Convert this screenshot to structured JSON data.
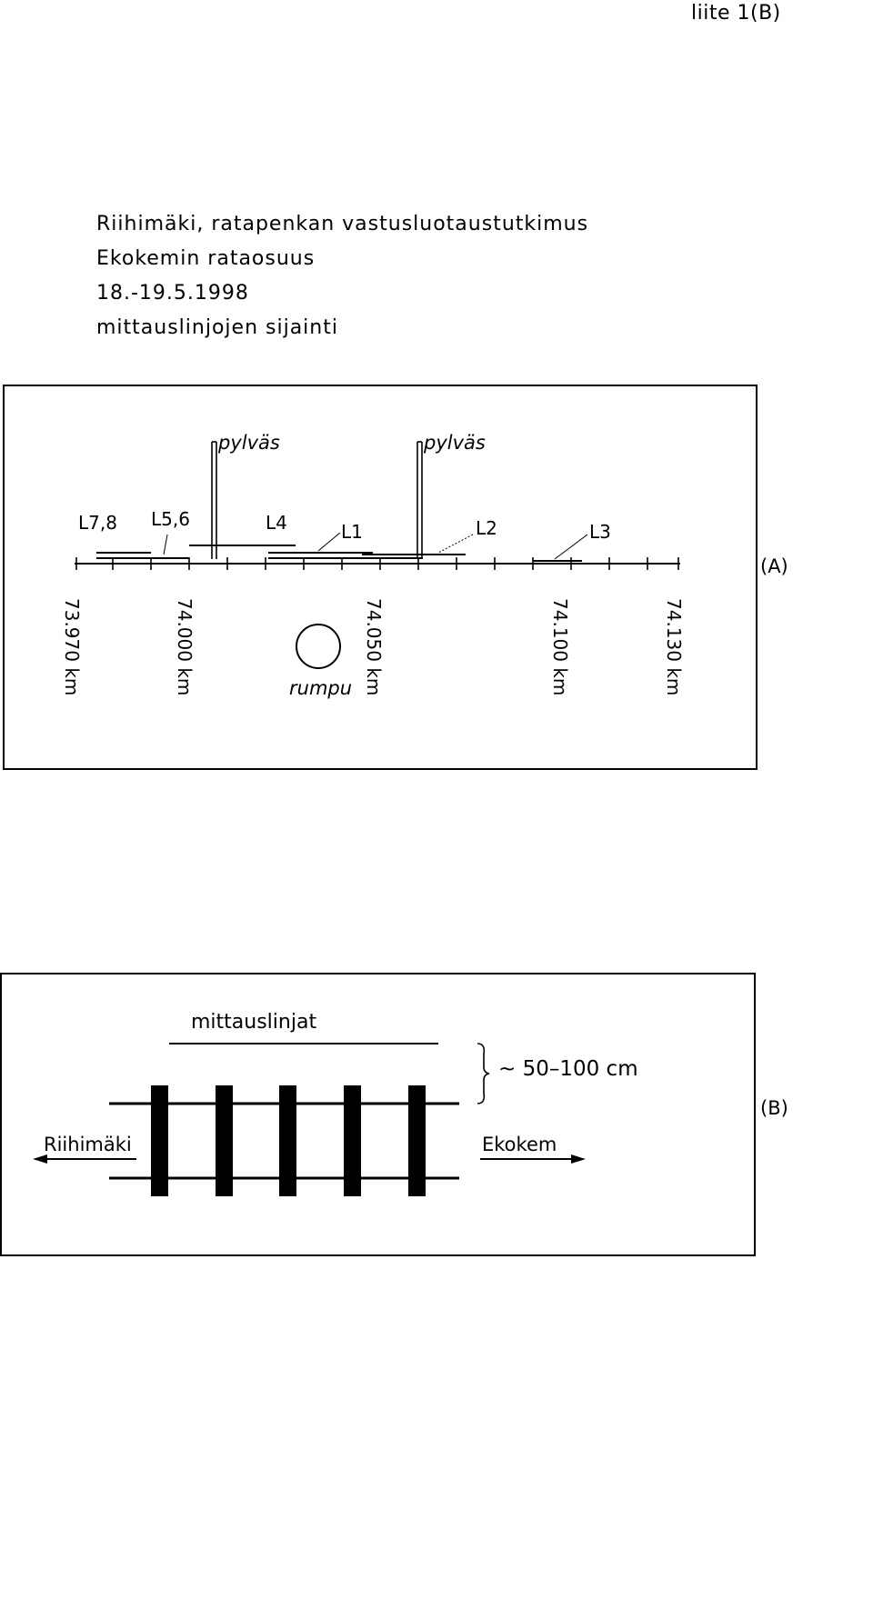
{
  "appendix_label": "liite 1(B)",
  "header": {
    "lines": [
      "Riihimäki, ratapenkan vastusluotaustutkimus",
      "Ekokemin rataosuus",
      "18.-19.5.1998",
      "mittauslinjojen sijainti"
    ]
  },
  "diagram_a": {
    "panel_label": "(A)",
    "pole_labels": [
      "pylväs",
      "pylväs"
    ],
    "line_labels": [
      "L7,8",
      "L5,6",
      "L4",
      "L1",
      "L2",
      "L3"
    ],
    "km_labels": [
      "73.970 km",
      "74.000 km",
      "74.050 km",
      "74.100 km",
      "74.130 km"
    ],
    "culvert_label": "rumpu"
  },
  "diagram_b": {
    "panel_label": "(B)",
    "lines_label": "mittauslinjat",
    "distance_label": "~ 50–100 cm",
    "left_direction": "Riihimäki",
    "right_direction": "Ekokem"
  }
}
